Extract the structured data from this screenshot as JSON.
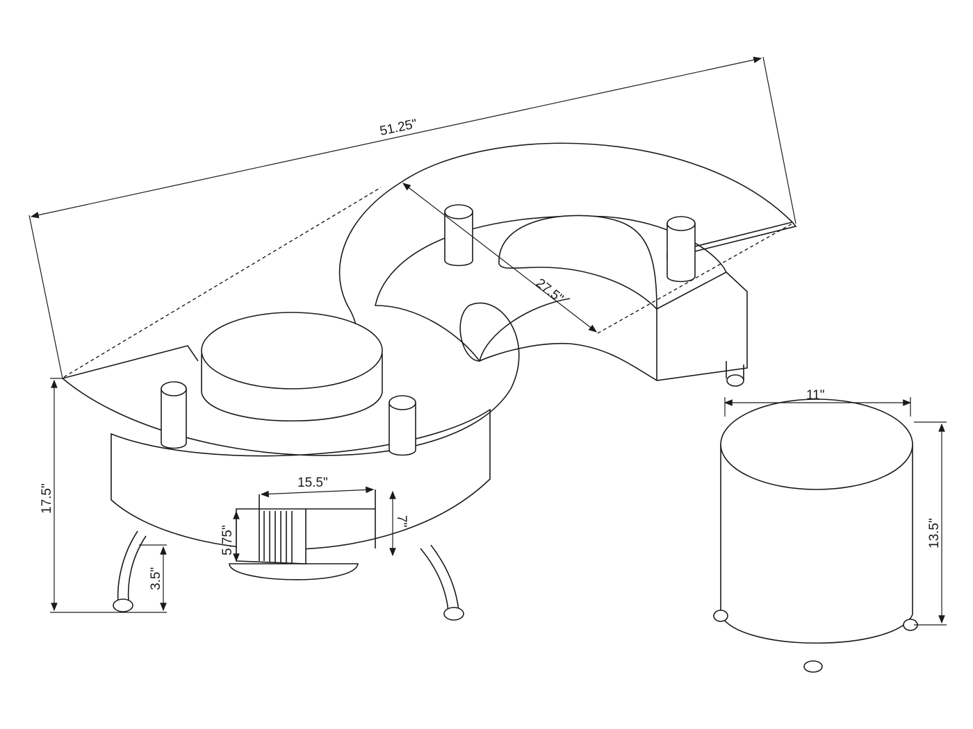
{
  "drawing": {
    "dimensions": {
      "overall_length": "51.25\"",
      "top_depth": "27.5\"",
      "table_height": "17.5\"",
      "drawer_width": "15.5\"",
      "drawer_depth": "7\"",
      "drawer_height": "5.75\"",
      "leg_clearance": "3.5\"",
      "ottoman_diameter": "11\"",
      "ottoman_height": "13.5\""
    }
  }
}
